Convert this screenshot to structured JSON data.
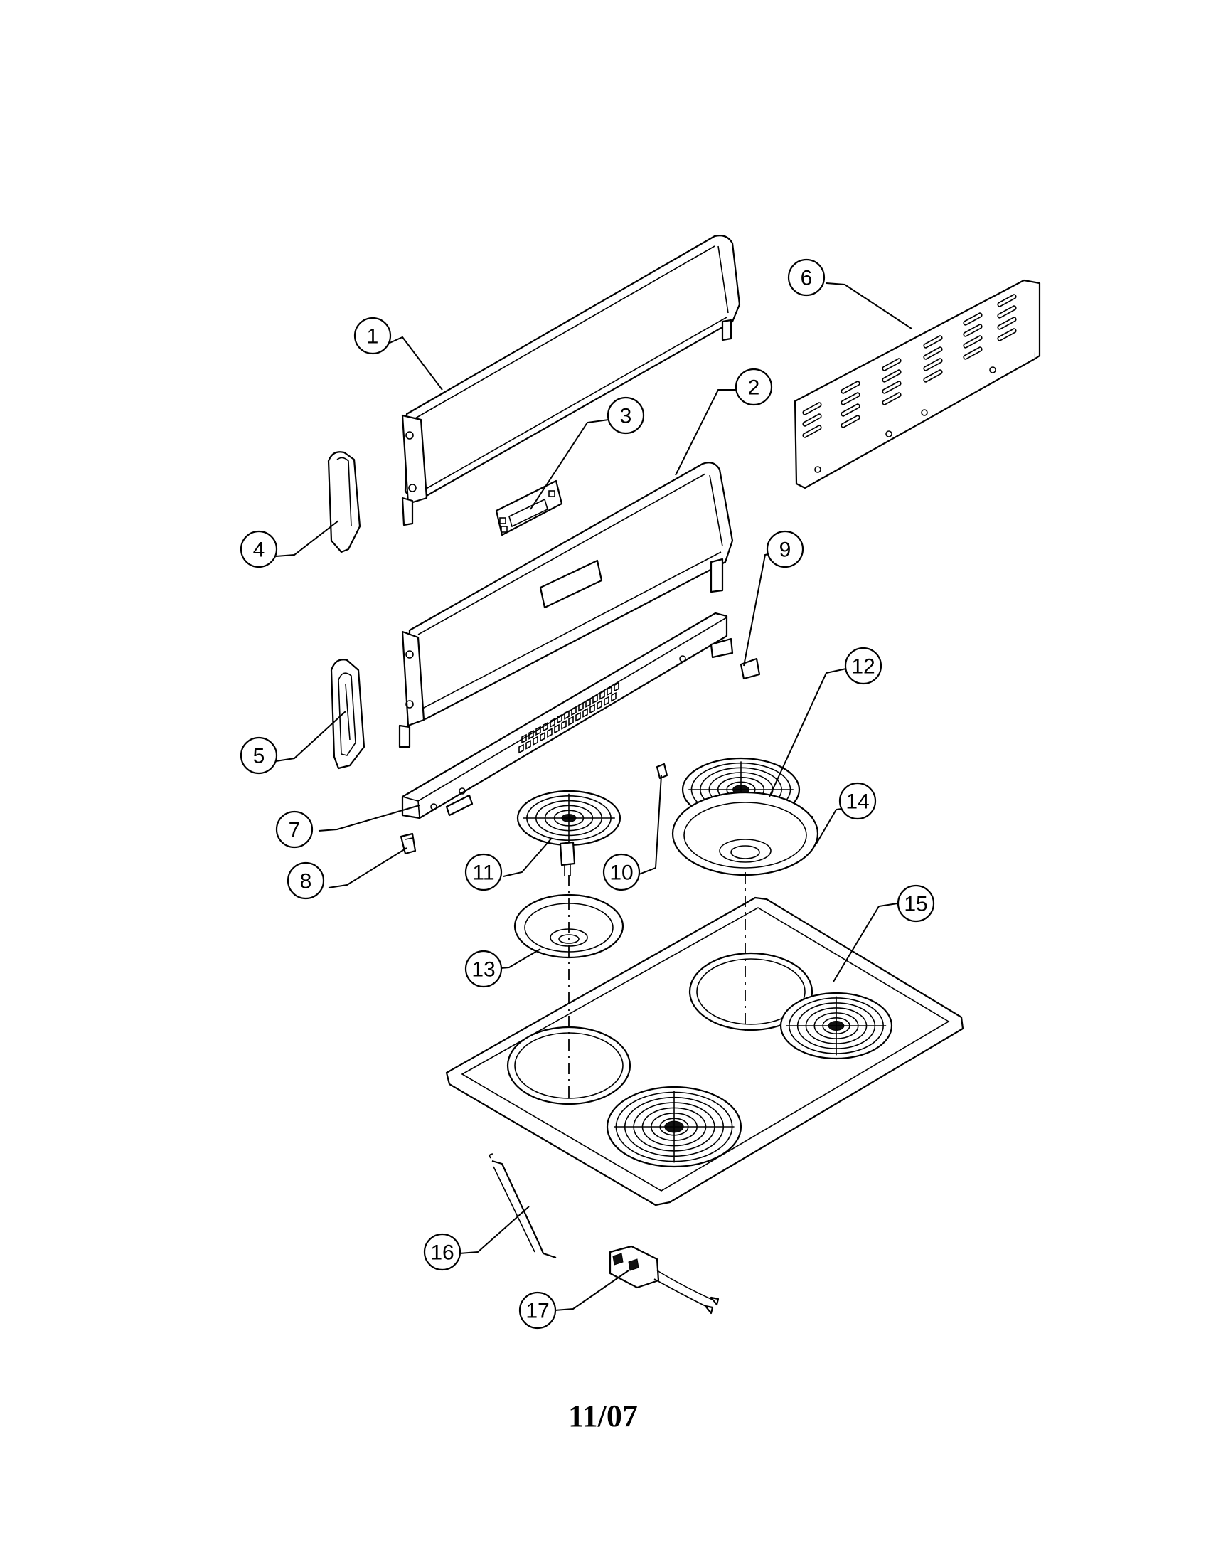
{
  "callouts": {
    "c1": "1",
    "c2": "2",
    "c3": "3",
    "c4": "4",
    "c5": "5",
    "c6": "6",
    "c7": "7",
    "c8": "8",
    "c9": "9",
    "c10": "10",
    "c11": "11",
    "c12": "12",
    "c13": "13",
    "c14": "14",
    "c15": "15",
    "c16": "16",
    "c17": "17"
  },
  "footer": {
    "date_code": "11/07"
  }
}
